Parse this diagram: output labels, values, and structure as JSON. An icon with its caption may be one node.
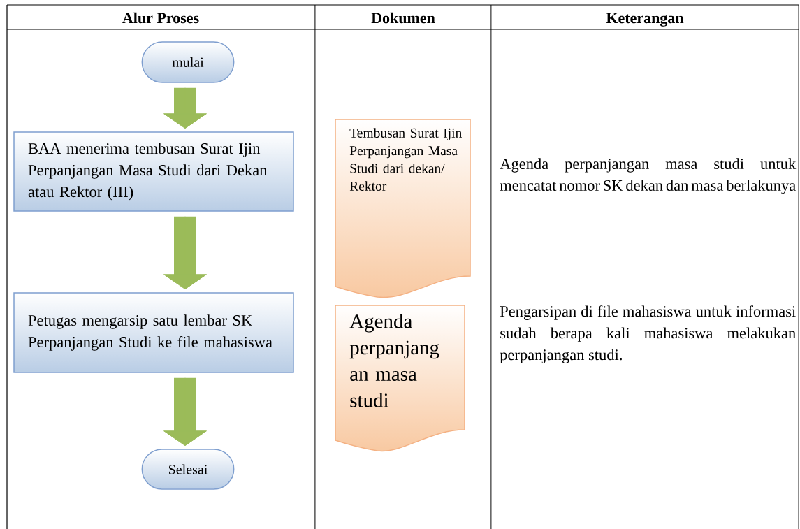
{
  "diagram": {
    "nodes": [
      {
        "text": [
          "mulai"
        ]
      },
      {
        "text": [
          "BAA menerima tembusan Surat Ijin Perpanjangan Masa Studi dari Dekan  atau Rektor (III)"
        ]
      },
      {
        "text": [
          "Petugas mengarsip satu lembar SK Perpanjangan Studi ke file mahasiswa"
        ]
      },
      {
        "text": [
          "Selesai"
        ]
      },
      {
        "text": [
          "Tembusan Surat Ijin Perpanjangan Masa Studi dari dekan/ Rektor"
        ]
      },
      {
        "text": [
          "Agenda perpanjang an masa studi"
        ]
      }
    ],
    "edges": [
      {
        "from": 0,
        "to": 1,
        "arrow": "to"
      },
      {
        "from": 1,
        "to": 2,
        "arrow": "to"
      },
      {
        "from": 2,
        "to": 3,
        "arrow": "to"
      }
    ],
    "labels": [
      "Alur Proses",
      "Dokumen",
      "Keterangan",
      "Agenda perpanjangan masa studi untuk mencatat nomor SK dekan dan masa berlakunya",
      "Pengarsipan di file mahasiswa untuk informasi sudah berapa kali mahasiswa melakukan perpanjangan studi."
    ]
  }
}
